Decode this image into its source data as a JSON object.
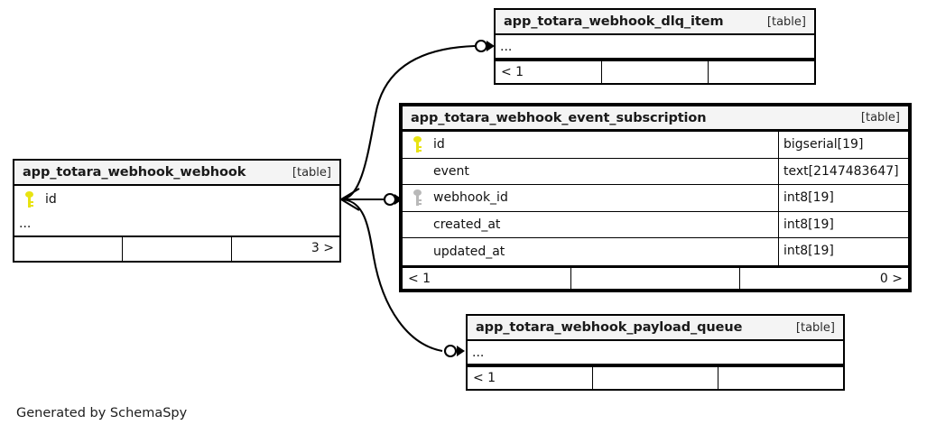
{
  "diagram": {
    "tool": "SchemaSpy",
    "caption": "Generated by SchemaSpy",
    "table_tag": "[table]",
    "ellipsis": "...",
    "colors": {
      "pk_key": "#e8e312",
      "fk_key": "#b9b9b9",
      "header_bg": "#f4f4f4",
      "border": "#000000",
      "background": "#ffffff"
    }
  },
  "tables": {
    "dlq_item": {
      "name": "app_totara_webhook_dlq_item",
      "tag": "[table]",
      "focused": false,
      "ellipsis": "...",
      "footer": {
        "left": "< 1",
        "middle": "",
        "right": ""
      }
    },
    "event_subscription": {
      "name": "app_totara_webhook_event_subscription",
      "tag": "[table]",
      "focused": true,
      "columns": [
        {
          "key": "pk",
          "name": "id",
          "type": "bigserial[19]"
        },
        {
          "key": "none",
          "name": "event",
          "type": "text[2147483647]"
        },
        {
          "key": "fk",
          "name": "webhook_id",
          "type": "int8[19]"
        },
        {
          "key": "none",
          "name": "created_at",
          "type": "int8[19]"
        },
        {
          "key": "none",
          "name": "updated_at",
          "type": "int8[19]"
        }
      ],
      "footer": {
        "left": "< 1",
        "middle": "",
        "right": "0 >"
      }
    },
    "webhook": {
      "name": "app_totara_webhook_webhook",
      "tag": "[table]",
      "focused": false,
      "columns": [
        {
          "key": "pk",
          "name": "id",
          "type": ""
        }
      ],
      "ellipsis": "...",
      "footer": {
        "left": "",
        "middle": "",
        "right": "3 >"
      }
    },
    "payload_queue": {
      "name": "app_totara_webhook_payload_queue",
      "tag": "[table]",
      "focused": false,
      "ellipsis": "...",
      "footer": {
        "left": "< 1",
        "middle": "",
        "right": ""
      }
    }
  },
  "relationships": [
    {
      "from": "webhook",
      "to": "dlq_item",
      "cardinality": "one-to-many"
    },
    {
      "from": "webhook",
      "to": "event_subscription",
      "cardinality": "one-to-many"
    },
    {
      "from": "webhook",
      "to": "payload_queue",
      "cardinality": "one-to-many"
    }
  ]
}
